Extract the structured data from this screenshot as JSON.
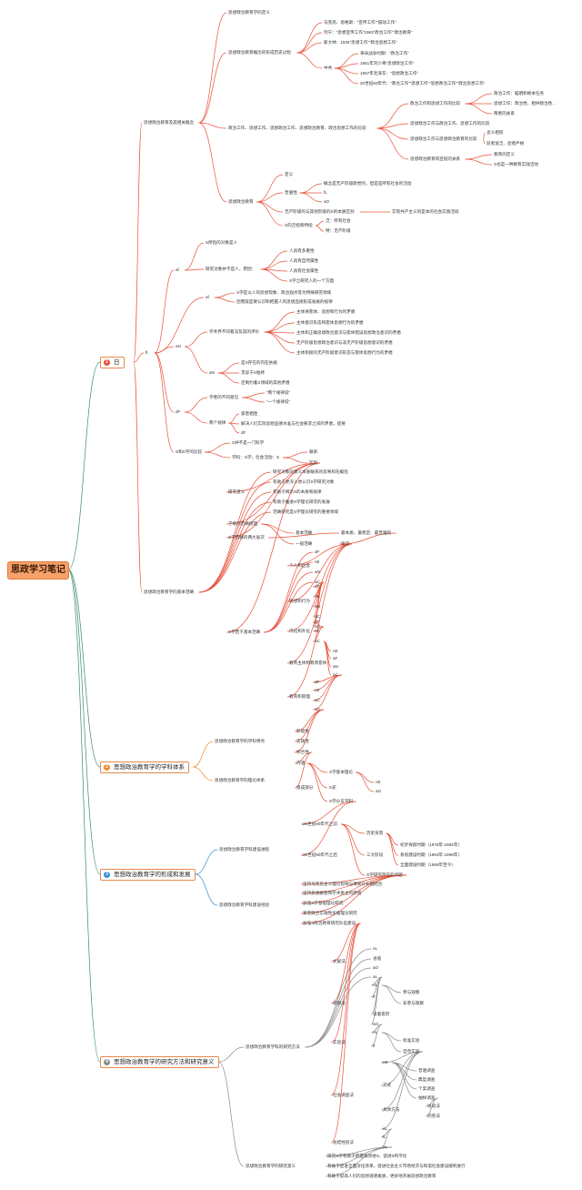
{
  "root": "思政学习笔记",
  "sections": [
    {
      "num": "1",
      "label": "日",
      "color": "#e8503a"
    },
    {
      "num": "2",
      "label": "思想政治教育学的学科体系",
      "color": "#f08a2c"
    },
    {
      "num": "3",
      "label": "思想政治教育学的形成和发展",
      "color": "#2f8fd8"
    },
    {
      "num": "4",
      "label": "思想政治教育学的研究方法和研究意义",
      "color": "#8a8a8a"
    }
  ],
  "nodes": [
    "思想政治教育及其相关概念",
    "思想政治教育学的定义",
    "思想政治教育概念的形成历史过程",
    "马克思、恩格斯：“宣传工作”“鼓动工作”",
    "列宁：“思想宣传工作”1983“政治工作”“政治教育”",
    "斯大林：1934“思想工作”“政治思想工作”",
    "中共",
    "革命战争时期：“政治工作”",
    "1951年刘少奇“思想政治工作”",
    "1957年毛泽东：“思想政治工作”",
    "20世纪80年代：“政治工作”“思想工作”“思想政治工作”“政治思想工作”",
    "政治工作、思想工作、思想政治工作、思想政治教育、政治思想工作的比较",
    "政治工作和思想工作的比较",
    "政治工作：瞄明和根本任务",
    "思想工作：政治性、相并政治性…",
    "两者的关系",
    "思想政治工作与政治工作、思想工作的比较",
    "思想政治工作与思想政治教育的比较",
    "含义相同",
    "前者宽泛、后者严格",
    "思想政治教育和宣提的关系",
    "教育的定义",
    "S也是一种教育实践活动",
    "思想政治教育",
    "定义",
    "普遍性",
    "概念是无产阶级政党的，但是是所有社会的活动",
    "fL",
    "aO",
    "无产阶级的与其他阶级的S的本质区别",
    "实现共产主义的是本的社会实践活动",
    "S的泛指和特指",
    "泛：所有社会",
    "特：无产阶级",
    "fl",
    "af",
    "S所指的对象是人",
    "研究对象并不是人，原因：",
    "人具有多重性",
    "人具有自然属性",
    "人具有社会属性",
    "S学之研究人的一个方面",
    "af",
    "S学是以人的思想现象、政治观点等为特殊研究领域",
    "因而就是要认识和把握人的思想品德形成发展的规律",
    "aN",
    "学术界不同看法及其的评价",
    "主体将客体、思想和行为的矛盾",
    "主体意识形态和客体思想行为的矛盾",
    "主体和正确思想政治意识与客体错误思想政治意识的矛盾",
    "无产阶级思想政治意识与非无产阶级思想意识的矛盾",
    "主体和接的无产阶级意识形态与客体思想行为的矛盾",
    "aN",
    "是S存在的内在依据",
    "贯穿于S始终",
    "还制约着S领域的其他矛盾",
    "dF",
    "学者的不同意见",
    "“两个规律说”",
    "“一个规律说”",
    "两个规律",
    "紧密相连",
    "解决人们实际思想品德水准与社会要求之间的矛盾，提要",
    "dF",
    "S和S学的比较",
    "S并不是一门科学",
    "学科：S学；社会活动：S",
    "联系",
    "区别",
    "思想政治教育学的基本范畴",
    "研究意义",
    "研究对象的意义本质联系的反映和先概括",
    "有助于更深入地认识S学研究对象",
    "有助于揭示S的本质和规律",
    "有助于推进S学理论研究的发展",
    "范畴研究是S学理论研究的重要领域",
    "学者的范畴梳理",
    "S学范畴的两大层次",
    "基本范畴",
    "最本质、最稳定、最普遍的",
    "一般范畴",
    "宽泛",
    "S学若干基本范畴",
    "个人和社会",
    "dF",
    "nE",
    "aN",
    "aC",
    "思想和行为",
    "dF",
    "nE",
    "aN",
    "aC",
    "aG",
    "内化和外化",
    "dF",
    "nE",
    "aC",
    "教育主体和教育客体",
    "nE",
    "aF",
    "aN",
    "aC",
    "教育和管理",
    "dF",
    "nE",
    "aC",
    "aG",
    "思想政治教育学的学科特点",
    "阶级性",
    "实践性",
    "综合性",
    "思想政治教育学的理论体系",
    "内涵",
    "组成部分",
    "S学基本理论",
    "S史",
    "nE",
    "aO",
    "S学分支学科",
    "思想政治教育学科建设进程",
    "20世纪80年代之前",
    "20世纪80年代之后",
    "历史背景",
    "三大阶段",
    "初步探索时期（1978年-1984年）",
    "系统建设时期（1984年-1999年）",
    "全面建设时期（1999年至今）",
    "S学研究存在的问题",
    "思想政治教育学科建设经验",
    "坚持马克思主义理论指导与博采众长相结合",
    "坚持思想解放和学术民主的原则",
    "加强S学基础理论研究",
    "紧密联合实践性加强理论研究",
    "加强S政治教育研究队伍建设",
    "思想政治教育学科的研究方法",
    "文献法",
    "nL",
    "语值",
    "aO",
    "aL",
    "观察法",
    "nL",
    "fr",
    "参与观察",
    "非参与观察",
    "读着客府",
    "aO",
    "实验法",
    "nL",
    "fr",
    "标准实验",
    "自然实验",
    "社会调查法",
    "nE",
    "方式",
    "普遍调查",
    "典型调查",
    "个案调查",
    "抽样调查",
    "具体方法",
    "访谈法",
    "问卷法",
    "aL",
    "总结经验法",
    "fL",
    "aL",
    "思想政治教育学的研究意义",
    "研究S学有助于把握和改进S，促进S和学化",
    "有助于促进全面深化改革，促进社会主义市场经济与和谐社会建设顺利进行",
    "有助于提高人们的思想道德素质，更好地开展思想政治教育"
  ]
}
